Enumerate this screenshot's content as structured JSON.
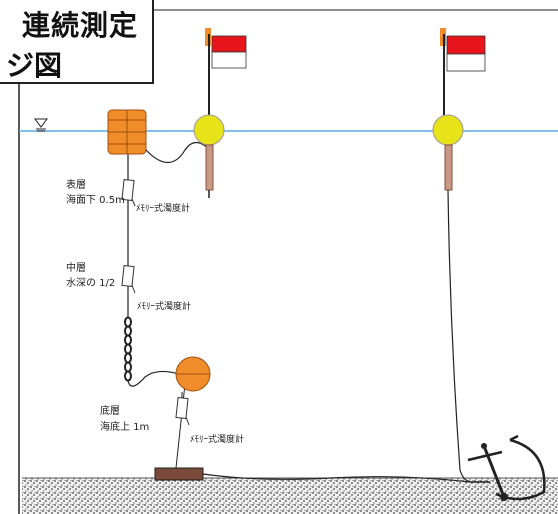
{
  "title": {
    "line1": "連続測定",
    "line2": "ジ図"
  },
  "layers": [
    {
      "name": "表層",
      "depth": "海面下 0.5m",
      "instrument": "ﾒﾓﾘｰ式濁度計"
    },
    {
      "name": "中層",
      "depth": "水深の 1/2",
      "instrument": "ﾒﾓﾘｰ式濁度計"
    },
    {
      "name": "底層",
      "depth": "海底上 1m",
      "instrument": "ﾒﾓﾘｰ式濁度計"
    }
  ],
  "colors": {
    "flag": "#e8141c",
    "buoy": "#e8e218",
    "float": "#f08c2a",
    "water_line": "#5aa8e6",
    "weight": "#7a4a3a",
    "rope": "#222222"
  },
  "icons": [
    "water-surface-symbol-icon"
  ]
}
